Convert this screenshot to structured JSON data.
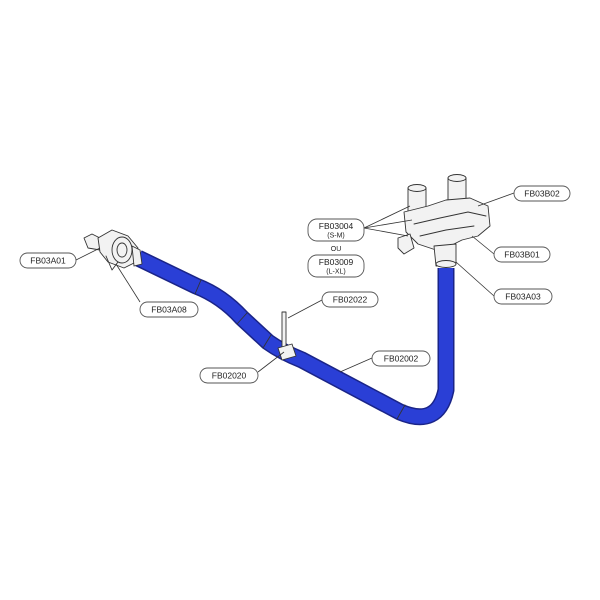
{
  "diagram": {
    "hose_color": "#2a3fd6",
    "hose_outline": "#1a2488",
    "labels": {
      "fb03a01": "FB03A01",
      "fb03a08": "FB03A08",
      "fb02022": "FB02022",
      "fb02020": "FB02020",
      "fb02002": "FB02002",
      "fb03004": "FB03004",
      "fb03004_size": "(S-M)",
      "ou": "OU",
      "fb03009": "FB03009",
      "fb03009_size": "(L-XL)",
      "fb03b02": "FB03B02",
      "fb03b01": "FB03B01",
      "fb03a03": "FB03A03"
    }
  }
}
